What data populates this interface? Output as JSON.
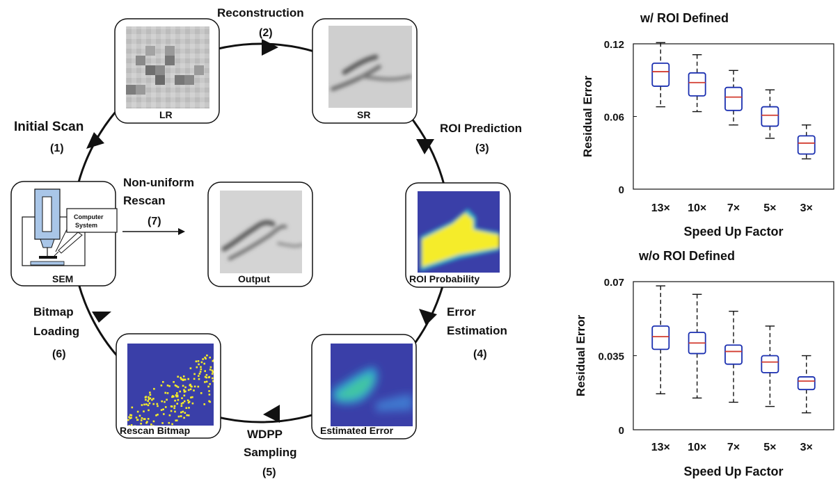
{
  "steps": {
    "initial_scan": {
      "label": "Initial Scan",
      "num": "(1)"
    },
    "reconstruction": {
      "label": "Reconstruction",
      "num": "(2)"
    },
    "roi_prediction": {
      "label": "ROI Prediction",
      "num": "(3)"
    },
    "error_estimation": {
      "line1": "Error",
      "line2": "Estimation",
      "num": "(4)"
    },
    "wdpp_sampling": {
      "line1": "WDPP",
      "line2": "Sampling",
      "num": "(5)"
    },
    "bitmap_loading": {
      "line1": "Bitmap",
      "line2": "Loading",
      "num": "(6)"
    },
    "nonuniform_rescan": {
      "line1": "Non-uniform",
      "line2": "Rescan",
      "num": "(7)"
    }
  },
  "tiles": {
    "lr": "LR",
    "sr": "SR",
    "roi_probability": "ROI Probability",
    "estimated_error": "Estimated Error",
    "rescan_bitmap": "Rescan Bitmap",
    "sem": "SEM",
    "output": "Output",
    "computer_system_line1": "Computer",
    "computer_system_line2": "System"
  },
  "colors": {
    "parula_dark": "#3a3fa8",
    "parula_yellow": "#f5ec2a",
    "box_edge": "#1a2fb0",
    "median": "#d23b2f",
    "sem_blue": "#a9c6e8"
  },
  "chart_data": [
    {
      "type": "box",
      "title": "w/ ROI Defined",
      "xlabel": "Speed Up Factor",
      "ylabel": "Residual Error",
      "categories": [
        "13×",
        "10×",
        "7×",
        "5×",
        "3×"
      ],
      "yticks": [
        "0",
        "0.06",
        "0.12"
      ],
      "ylim": [
        0,
        0.12
      ],
      "boxes": [
        {
          "whisker_low": 0.068,
          "q1": 0.085,
          "median": 0.097,
          "q3": 0.104,
          "whisker_high": 0.121
        },
        {
          "whisker_low": 0.064,
          "q1": 0.077,
          "median": 0.088,
          "q3": 0.096,
          "whisker_high": 0.111
        },
        {
          "whisker_low": 0.053,
          "q1": 0.065,
          "median": 0.076,
          "q3": 0.084,
          "whisker_high": 0.098
        },
        {
          "whisker_low": 0.042,
          "q1": 0.052,
          "median": 0.061,
          "q3": 0.068,
          "whisker_high": 0.082
        },
        {
          "whisker_low": 0.025,
          "q1": 0.029,
          "median": 0.038,
          "q3": 0.044,
          "whisker_high": 0.053
        }
      ]
    },
    {
      "type": "box",
      "title": "w/o ROI Defined",
      "xlabel": "Speed Up Factor",
      "ylabel": "Residual Error",
      "categories": [
        "13×",
        "10×",
        "7×",
        "5×",
        "3×"
      ],
      "yticks": [
        "0",
        "0.035",
        "0.07"
      ],
      "ylim": [
        0,
        0.07
      ],
      "boxes": [
        {
          "whisker_low": 0.017,
          "q1": 0.038,
          "median": 0.044,
          "q3": 0.049,
          "whisker_high": 0.068
        },
        {
          "whisker_low": 0.015,
          "q1": 0.036,
          "median": 0.041,
          "q3": 0.046,
          "whisker_high": 0.064
        },
        {
          "whisker_low": 0.013,
          "q1": 0.031,
          "median": 0.037,
          "q3": 0.04,
          "whisker_high": 0.056
        },
        {
          "whisker_low": 0.011,
          "q1": 0.027,
          "median": 0.032,
          "q3": 0.035,
          "whisker_high": 0.049
        },
        {
          "whisker_low": 0.008,
          "q1": 0.019,
          "median": 0.023,
          "q3": 0.025,
          "whisker_high": 0.035
        }
      ]
    }
  ]
}
